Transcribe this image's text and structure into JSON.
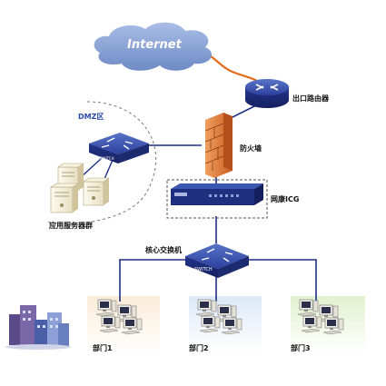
{
  "internet": {
    "label": "Internet"
  },
  "exit_router": {
    "label": "出口路由器"
  },
  "firewall": {
    "label": "防火墙"
  },
  "icg": {
    "label": "网康ICG"
  },
  "dmz": {
    "label": "DMZ区"
  },
  "app_servers": {
    "label": "应用服务器群"
  },
  "core_switch": {
    "label": "核心交换机",
    "device_text": "SWITCH"
  },
  "dmz_switch": {
    "device_text": "SWITCH"
  },
  "departments": [
    {
      "label": "部门1"
    },
    {
      "label": "部门2"
    },
    {
      "label": "部门3"
    }
  ],
  "colors": {
    "cloud": "#8fa7d6",
    "link": "#1e2f88",
    "wan_link": "#e36b1a",
    "device": "#2b3f9e",
    "firewall": "#e07a35",
    "dept1_bg": "#fbecd8",
    "dept2_bg": "#dde9f8",
    "dept3_bg": "#e2f1cf"
  }
}
